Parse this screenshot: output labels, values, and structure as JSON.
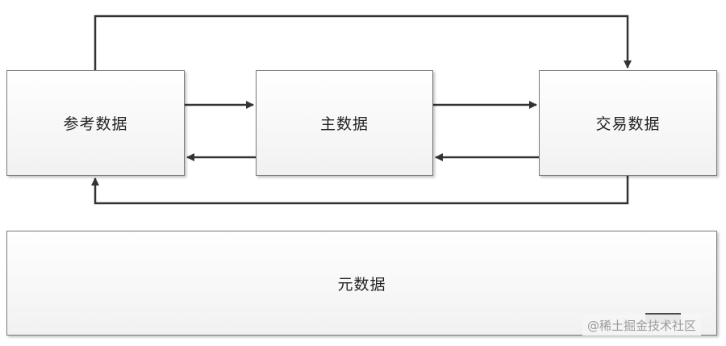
{
  "diagram": {
    "nodes": {
      "reference": "参考数据",
      "master": "主数据",
      "transaction": "交易数据",
      "metadata": "元数据"
    },
    "edges": [
      {
        "from": "reference",
        "to": "master"
      },
      {
        "from": "master",
        "to": "reference"
      },
      {
        "from": "master",
        "to": "transaction"
      },
      {
        "from": "transaction",
        "to": "master"
      },
      {
        "from": "reference",
        "to": "transaction"
      },
      {
        "from": "transaction",
        "to": "reference"
      }
    ],
    "colors": {
      "line": "#333333",
      "border": "#7a7a7a"
    }
  },
  "watermark": {
    "text": "@稀土掘金技术社区"
  }
}
